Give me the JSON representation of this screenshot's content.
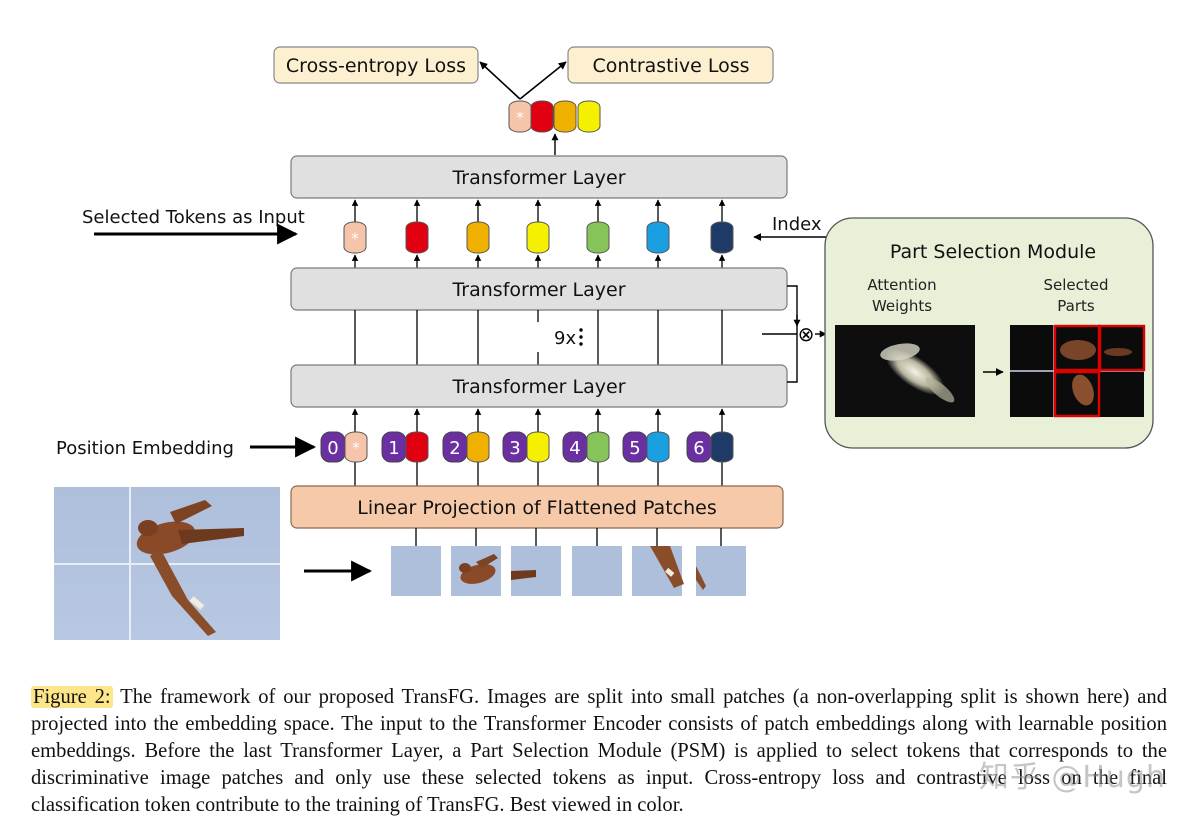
{
  "losses": {
    "cross_entropy": "Cross-entropy Loss",
    "contrastive": "Contrastive Loss"
  },
  "layers": {
    "top": "Transformer Layer",
    "middle": "Transformer Layer",
    "bottom": "Transformer Layer"
  },
  "repeat_label": "9x",
  "selected_tokens_label": "Selected Tokens as Input",
  "index_label": "Index",
  "position_embedding_label": "Position Embedding",
  "linear_projection": "Linear Projection of Flattened Patches",
  "psm": {
    "title": "Part Selection Module",
    "attention_line1": "Attention",
    "attention_line2": "Weights",
    "selected_line1": "Selected",
    "selected_line2": "Parts",
    "multiply_symbol": "⊗"
  },
  "token_colors": [
    "#f6c4a8",
    "#e0000f",
    "#f0b000",
    "#f4f000",
    "#86c45a",
    "#1a9fe0",
    "#1e3a66"
  ],
  "cls_star": "*",
  "position_indices": [
    "0",
    "1",
    "2",
    "3",
    "4",
    "5",
    "6"
  ],
  "position_color": "#6a2fa0",
  "caption": {
    "figure_label": "Figure 2:",
    "text": "The framework of our proposed TransFG. Images are split into small patches (a non-overlapping split is shown here) and projected into the embedding space. The input to the Transformer Encoder consists of patch embeddings along with learnable position embeddings. Before the last Transformer Layer, a Part Selection Module (PSM) is applied to select tokens that corresponds to the discriminative image patches and only use these selected tokens as input. Cross-entropy loss and contrastive loss on the final classification token contribute to the training of TransFG. Best viewed in color."
  },
  "watermark": "知乎 @Hugh"
}
